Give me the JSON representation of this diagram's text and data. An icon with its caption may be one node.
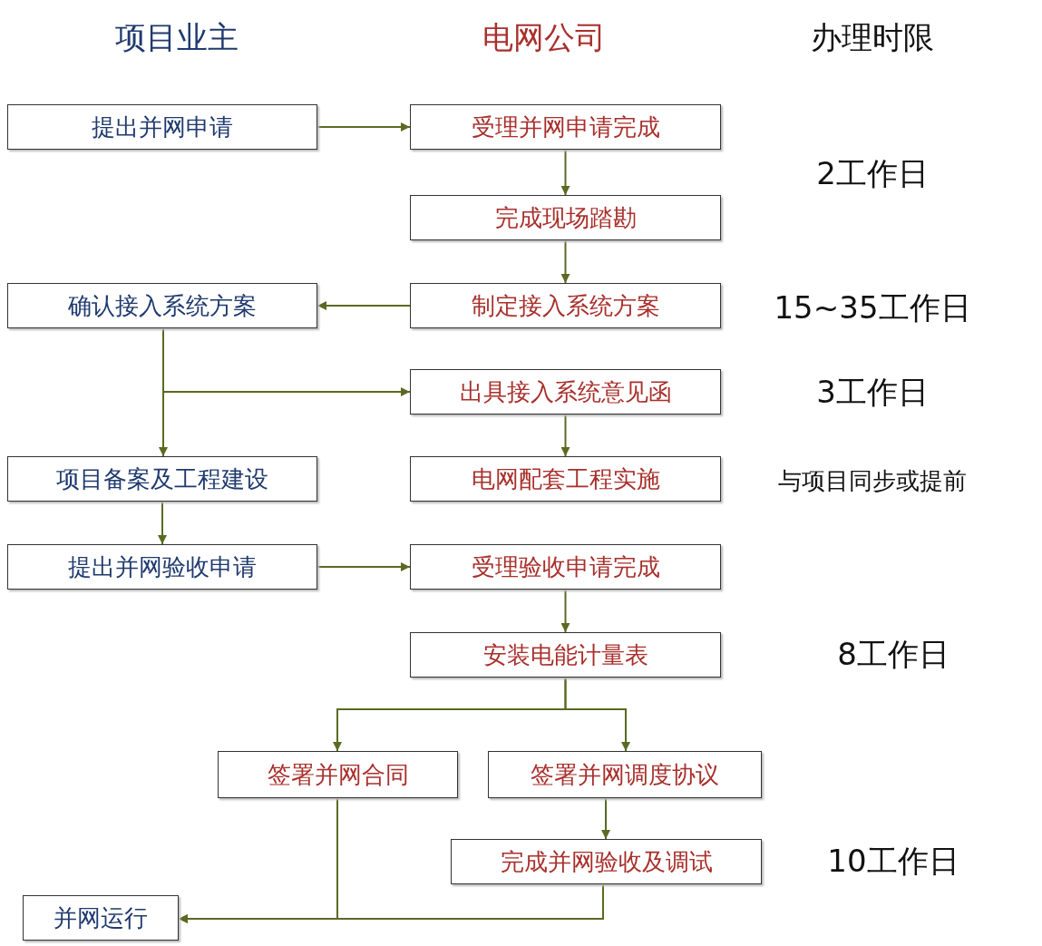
{
  "diagram": {
    "nodes": [
      {
        "text": [
          "提出并网申请"
        ]
      },
      {
        "text": [
          "受理并网申请完成"
        ]
      },
      {
        "text": [
          "完成现场踏勘"
        ]
      },
      {
        "text": [
          "确认接入系统方案"
        ]
      },
      {
        "text": [
          "制定接入系统方案"
        ]
      },
      {
        "text": [
          "出具接入系统意见函"
        ]
      },
      {
        "text": [
          "项目备案及工程建设"
        ]
      },
      {
        "text": [
          "电网配套工程实施"
        ]
      },
      {
        "text": [
          "提出并网验收申请"
        ]
      },
      {
        "text": [
          "受理验收申请完成"
        ]
      },
      {
        "text": [
          "安装电能计量表"
        ]
      },
      {
        "text": [
          "签署并网合同"
        ]
      },
      {
        "text": [
          "签署并网调度协议"
        ]
      },
      {
        "text": [
          "完成并网验收及调试"
        ]
      },
      {
        "text": [
          "并网运行"
        ]
      }
    ],
    "edges": [
      {
        "from": 0,
        "to": 1,
        "arrow": "to"
      },
      {
        "from": 1,
        "to": 2,
        "arrow": "to"
      },
      {
        "from": 2,
        "to": 4,
        "arrow": "to"
      },
      {
        "from": 4,
        "to": 3,
        "arrow": "to"
      },
      {
        "from": 3,
        "to": 5,
        "arrow": "to"
      },
      {
        "from": 3,
        "to": 6,
        "arrow": "to"
      },
      {
        "from": 5,
        "to": 7,
        "arrow": "to"
      },
      {
        "from": 6,
        "to": 8,
        "arrow": "to"
      },
      {
        "from": 8,
        "to": 9,
        "arrow": "to"
      },
      {
        "from": 9,
        "to": 10,
        "arrow": "to"
      },
      {
        "from": 10,
        "to": 11,
        "arrow": "to"
      },
      {
        "from": 10,
        "to": 12,
        "arrow": "to"
      },
      {
        "from": 12,
        "to": 13,
        "arrow": "to"
      },
      {
        "from": 11,
        "to": 14,
        "arrow": "to"
      },
      {
        "from": 13,
        "to": 14,
        "arrow": "to"
      }
    ],
    "labels": [
      "项目业主",
      "电网公司",
      "办理时限",
      "2工作日",
      "15~35工作日",
      "3工作日",
      "与项目同步或提前",
      "8工作日",
      "10工作日"
    ]
  }
}
